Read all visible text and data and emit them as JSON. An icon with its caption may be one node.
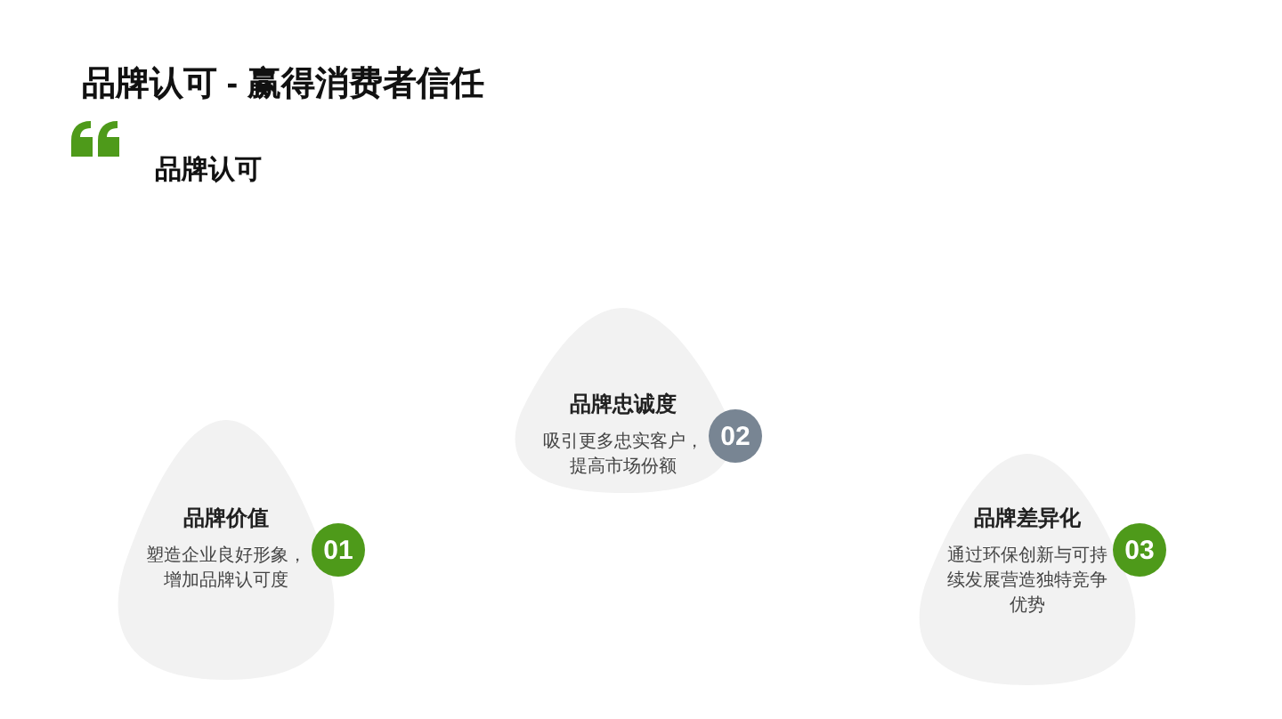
{
  "diagram": {
    "title": "品牌认可 - 赢得消费者信任",
    "nodes": [
      {
        "text": [
          "品牌价值",
          "塑造企业良好形象，增加品牌认可度"
        ]
      },
      {
        "text": [
          "01"
        ]
      },
      {
        "text": [
          "品牌忠诚度",
          "吸引更多忠实客户，提高市场份额"
        ]
      },
      {
        "text": [
          "02"
        ]
      },
      {
        "text": [
          "品牌差异化",
          "通过环保创新与可持续发展营造独特竞争优势"
        ]
      },
      {
        "text": [
          "03"
        ]
      }
    ],
    "labels": [
      "品牌认可"
    ]
  }
}
